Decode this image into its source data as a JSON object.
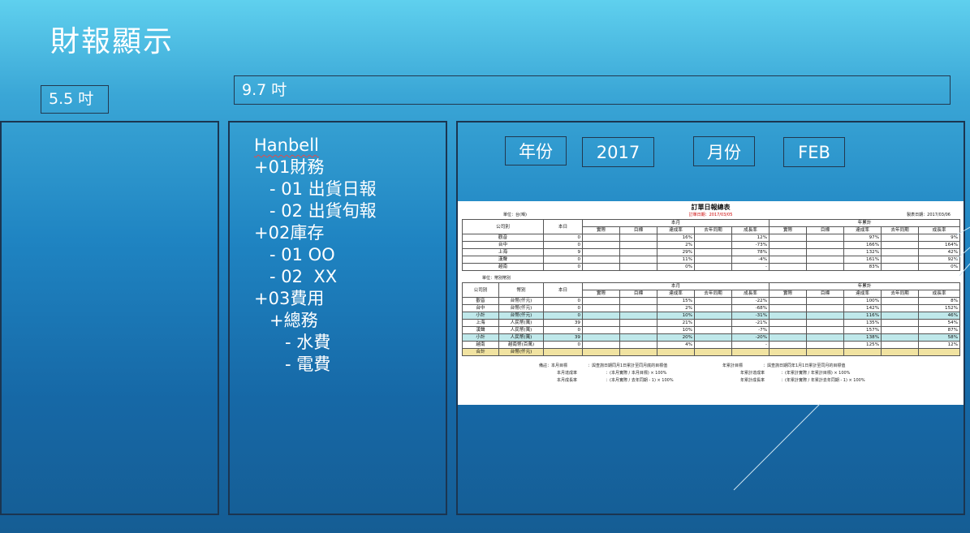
{
  "page_title": "財報顯示",
  "labels": {
    "small": "5.5  吋",
    "large": "9.7  吋"
  },
  "tree": [
    {
      "label": "Hanbell",
      "indent": 0,
      "squiggle": true
    },
    {
      "label": "+01財務",
      "indent": 0
    },
    {
      "label": "- 01 出貨日報",
      "indent": 1
    },
    {
      "label": "- 02 出貨旬報",
      "indent": 1
    },
    {
      "label": "+02庫存",
      "indent": 0
    },
    {
      "label": "- 01 OO",
      "indent": 1
    },
    {
      "label": "- 02  XX",
      "indent": 1
    },
    {
      "label": "+03費用",
      "indent": 0
    },
    {
      "label": "+總務",
      "indent": 1
    },
    {
      "label": "- 水費",
      "indent": 2
    },
    {
      "label": "- 電費",
      "indent": 2
    }
  ],
  "filters": {
    "year_label": "年份",
    "year_value": "2017",
    "month_label": "月份",
    "month_value": "FEB"
  },
  "report": {
    "title": "訂單日報總表",
    "order_date": "訂單日期：2017/03/05",
    "unit1": "單位：台(噸)",
    "print_date": "製表日期：2017/03/06",
    "unit2": "單位：幣別幣別",
    "group_month": "本月",
    "group_ytd": "年累計",
    "headers1": [
      "公司別",
      "本日",
      "實際",
      "目標",
      "達成率",
      "去年同期",
      "成長率",
      "實際",
      "目標",
      "達成率",
      "去年同期",
      "成長率"
    ],
    "rows1": [
      [
        "觀音",
        "0",
        "",
        "",
        "16%",
        "",
        "12%",
        "",
        "",
        "97%",
        "",
        "9%"
      ],
      [
        "台中",
        "0",
        "",
        "",
        "2%",
        "",
        "-73%",
        "",
        "",
        "166%",
        "",
        "164%"
      ],
      [
        "上海",
        "9",
        "",
        "",
        "29%",
        "",
        "78%",
        "",
        "",
        "132%",
        "",
        "42%"
      ],
      [
        "漢聲",
        "0",
        "",
        "",
        "11%",
        "",
        "-4%",
        "",
        "",
        "161%",
        "",
        "92%"
      ],
      [
        "越南",
        "0",
        "",
        "",
        "0%",
        "",
        "-",
        "",
        "",
        "83%",
        "",
        "0%"
      ]
    ],
    "headers2": [
      "公司別",
      "幣別",
      "本日",
      "實際",
      "目標",
      "達成率",
      "去年同期",
      "成長率",
      "實際",
      "目標",
      "達成率",
      "去年同期",
      "成長率"
    ],
    "rows2": [
      {
        "style": "",
        "cells": [
          "觀音",
          "台幣(仟元)",
          "0",
          "",
          "",
          "15%",
          "",
          "-22%",
          "",
          "",
          "100%",
          "",
          "8%"
        ]
      },
      {
        "style": "",
        "cells": [
          "台中",
          "台幣(仟元)",
          "0",
          "",
          "",
          "2%",
          "",
          "-68%",
          "",
          "",
          "142%",
          "",
          "152%"
        ]
      },
      {
        "style": "sub",
        "cells": [
          "小計",
          "台幣(仟元)",
          "0",
          "",
          "",
          "10%",
          "",
          "-31%",
          "",
          "",
          "116%",
          "",
          "46%"
        ]
      },
      {
        "style": "",
        "cells": [
          "上海",
          "人民幣(萬)",
          "39",
          "",
          "",
          "21%",
          "",
          "-21%",
          "",
          "",
          "135%",
          "",
          "54%"
        ]
      },
      {
        "style": "",
        "cells": [
          "漢聲",
          "人民幣(萬)",
          "0",
          "",
          "",
          "10%",
          "",
          "-7%",
          "",
          "",
          "157%",
          "",
          "87%"
        ]
      },
      {
        "style": "sub",
        "cells": [
          "小計",
          "人民幣(萬)",
          "39",
          "",
          "",
          "20%",
          "",
          "-20%",
          "",
          "",
          "138%",
          "",
          "58%"
        ]
      },
      {
        "style": "",
        "cells": [
          "越南",
          "越南幣(百萬)",
          "0",
          "",
          "",
          "4%",
          "",
          "-",
          "",
          "",
          "125%",
          "",
          "12%"
        ]
      },
      {
        "style": "tot",
        "cells": [
          "合計",
          "台幣(仟元)",
          "",
          "",
          "",
          "",
          "",
          "",
          "",
          "",
          "",
          "",
          ""
        ]
      }
    ],
    "notes": [
      [
        "備註：本月目標",
        "：與查詢日期同月1日累計至同月底的目標值",
        "年累計目標",
        "：與查詢日期同年1月1日累計至同月的目標值"
      ],
      [
        "本月達成率",
        "：(本月實際 / 本月目標) × 100%",
        "年累計達成率",
        "：(年累計實際 / 年累計目標) × 100%"
      ],
      [
        "本月成長率",
        "：(本月實際 / 去年同期 - 1) × 100%",
        "年累計成長率",
        "：(年累計實際 / 年累計去年同期 - 1) × 100%"
      ]
    ]
  }
}
